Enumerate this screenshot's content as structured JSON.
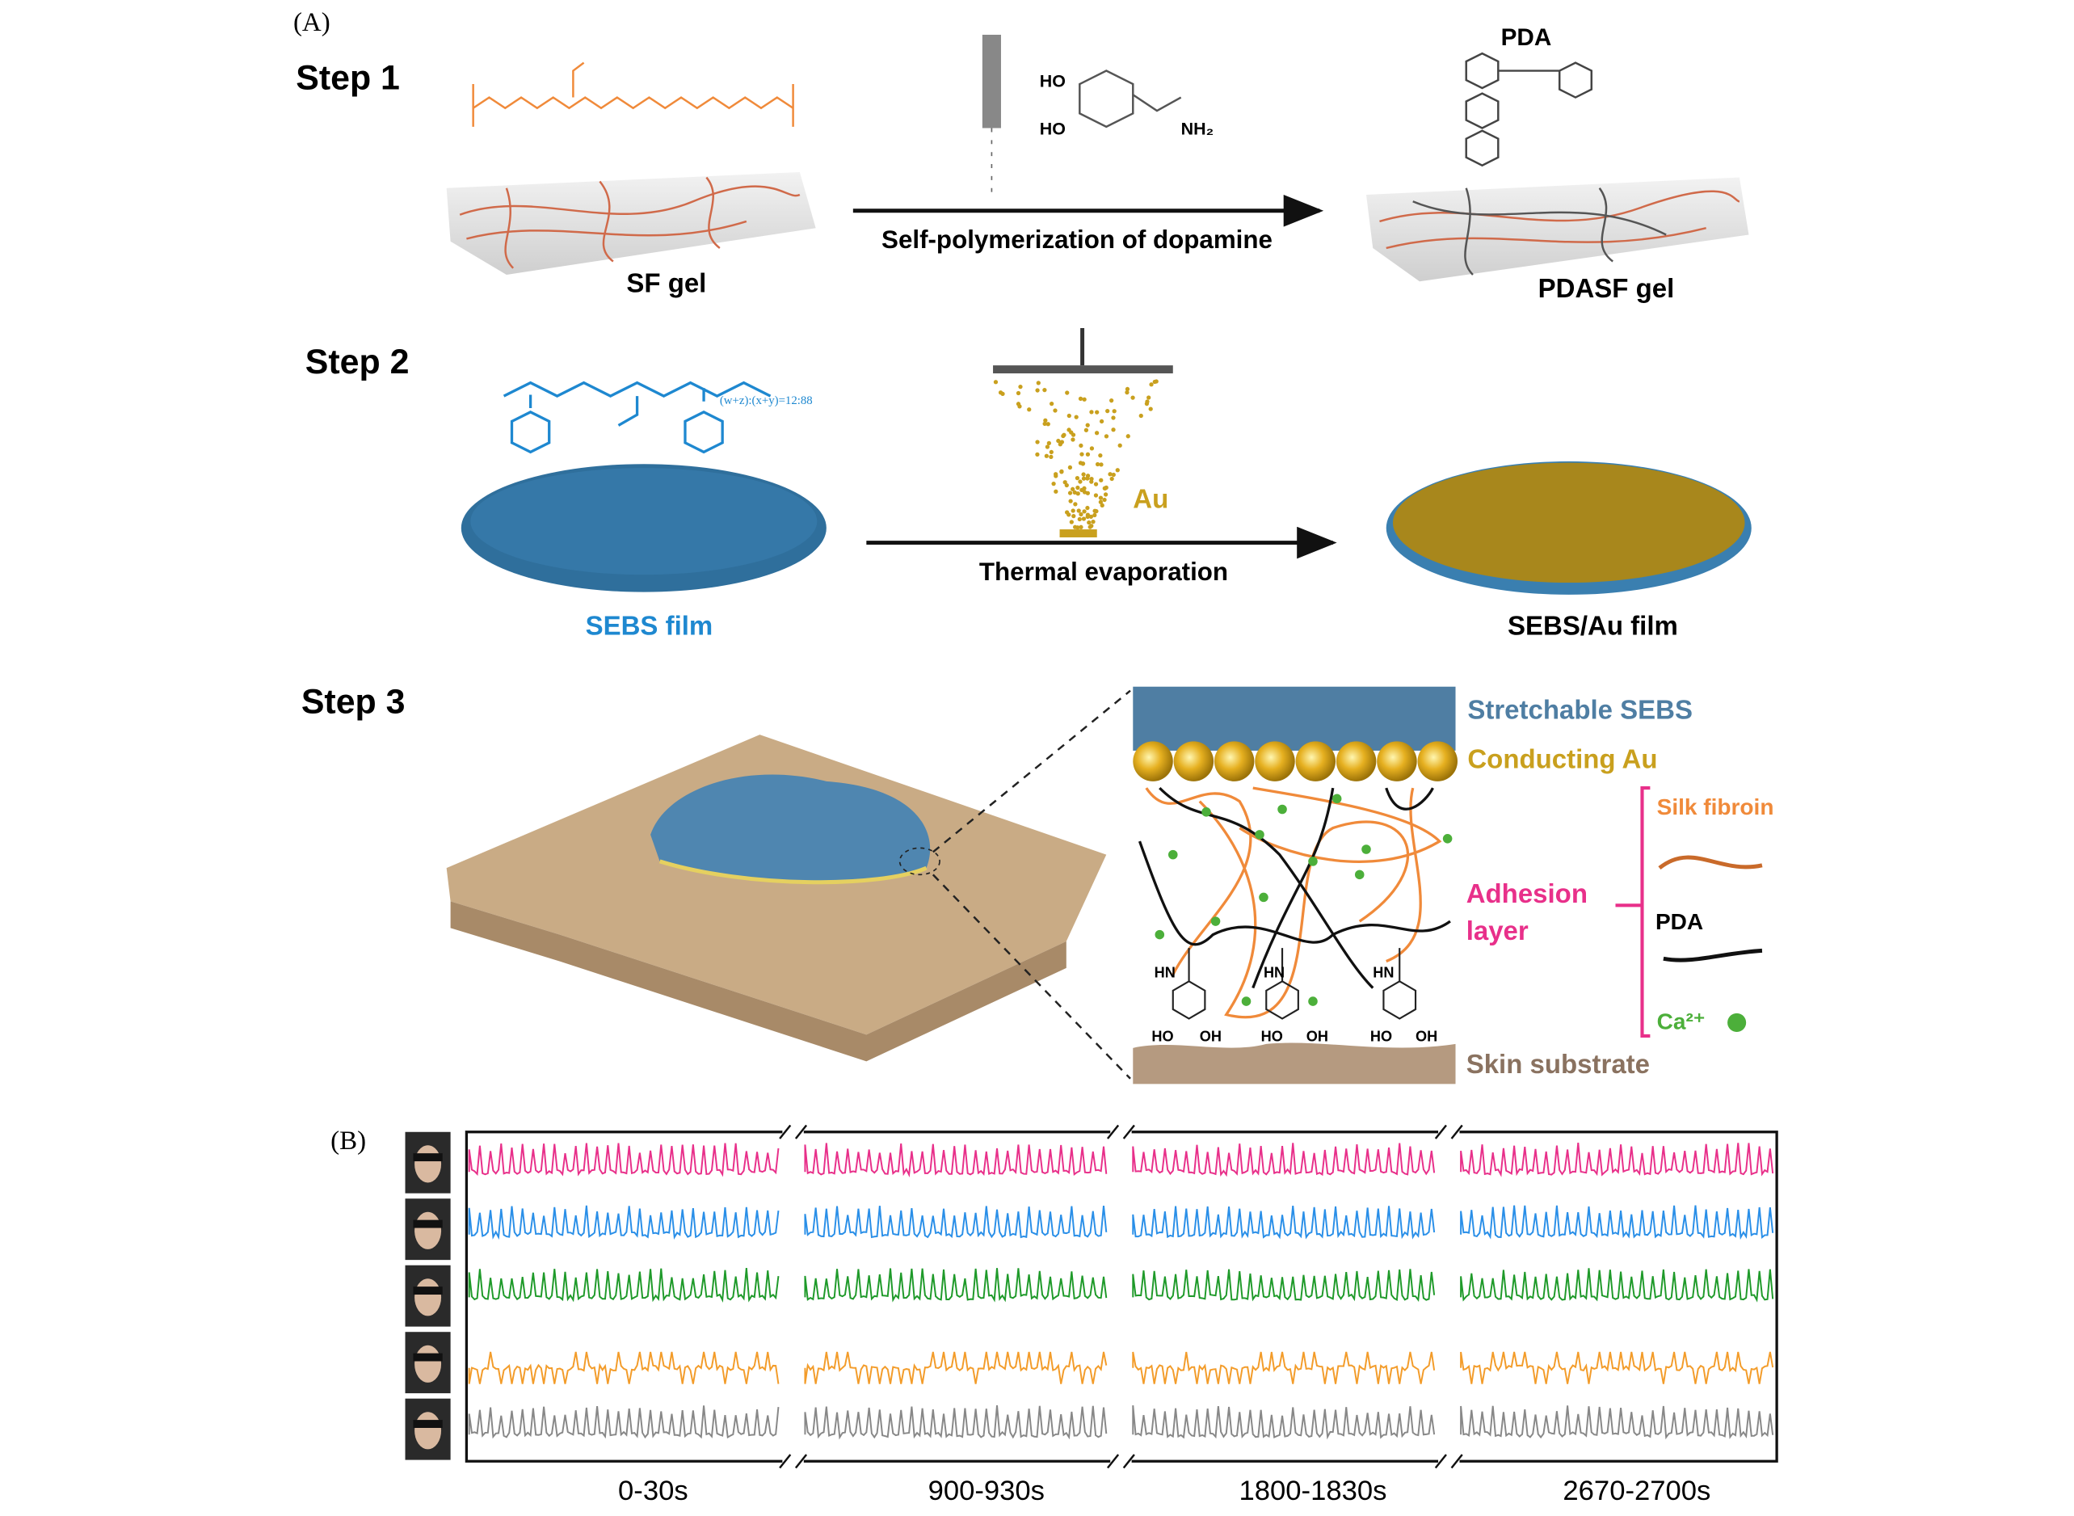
{
  "panel_a": {
    "label": "(A)",
    "step1": {
      "title": "Step 1",
      "left_label": "SF gel",
      "arrow_label": "Self-polymerization of dopamine",
      "right_label": "PDASF gel",
      "polymer_label": "PDA",
      "dopamine_groups": [
        "HO",
        "HO",
        "NH₂"
      ]
    },
    "step2": {
      "title": "Step 2",
      "left_label": "SEBS film",
      "arrow_label": "Thermal evaporation",
      "metal_label": "Au",
      "right_label": "SEBS/Au film",
      "formula_ratio": "(w+z):(x+y)=12:88"
    },
    "step3": {
      "title": "Step 3",
      "layers": {
        "sebs": "Stretchable SEBS",
        "au": "Conducting Au",
        "adhesion_1": "Adhesion",
        "adhesion_2": "layer",
        "skin": "Skin substrate"
      },
      "legend": {
        "silk": "Silk fibroin",
        "pda": "PDA",
        "ca": "Ca²⁺"
      },
      "groups": [
        "HN",
        "HO",
        "OH"
      ]
    },
    "colors": {
      "sebs": "#4f7ea3",
      "au": "#c9a01e",
      "silk": "#f08a3a",
      "pda": "#111111",
      "adhesion": "#e8308a",
      "ca": "#4caf3a",
      "skin": "#b59a80",
      "sebs_text": "#1e88d0"
    }
  },
  "panel_b": {
    "label": "(B)",
    "segments": [
      "0-30s",
      "900-930s",
      "1800-1830s",
      "2670-2700s"
    ],
    "trace_colors": [
      "#e8308a",
      "#2a8fe8",
      "#1f9a2a",
      "#f39c2a",
      "#888888"
    ]
  }
}
